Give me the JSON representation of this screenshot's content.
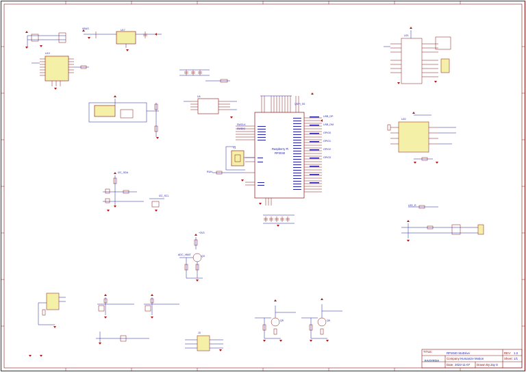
{
  "sheet": {
    "border_color": "#8a1010",
    "wire_color": "#1a1aa6",
    "part_color": "#8a1010",
    "body_fill": "#f5f0a8",
    "ground_color": "#b01818"
  },
  "mcu": {
    "line1": "Raspberry Pi",
    "line2": "RP2040"
  },
  "parts": {
    "u_top_left": "U19",
    "u_reg": "U17",
    "u_amp": "U4",
    "u_right_top": "U21",
    "u_right_mid": "U22",
    "q_mid": "Q3",
    "q_bot1": "Q5",
    "q_bot2": "Q6",
    "j_bottom": "J3",
    "crystal": "Y1"
  },
  "net_labels": {
    "usb_dp": "USB_DP",
    "usb_dm": "USB_DM",
    "qspi": "QSPI_SS",
    "run": "RUN",
    "swclk": "SWCLK",
    "swdio": "SWDIO",
    "gpio0": "GPIO0",
    "gpio1": "GPIO1",
    "gpio2": "GPIO2",
    "gpio3": "GPIO3",
    "led": "LED_R",
    "i2c_sda": "I2C_SDA",
    "i2c_scl": "I2C_SCL",
    "vbus": "VBUS",
    "v33": "+3V3",
    "adc": "ADC_VBAT"
  },
  "title_block": {
    "title_key": "TITLE:",
    "title_value": "RP2040 StoDrive",
    "rev_key": "REV:",
    "rev_value": "1.0",
    "company_key": "Company:",
    "company_value": "Humanize Motion",
    "sheet_key": "Sheet:",
    "sheet_value": "1/1",
    "date_key": "Date:",
    "date_value": "2022-11-07",
    "drawn_key": "Drawn By:",
    "drawn_value": "Jay S",
    "logo_text": "EASYEDA"
  }
}
